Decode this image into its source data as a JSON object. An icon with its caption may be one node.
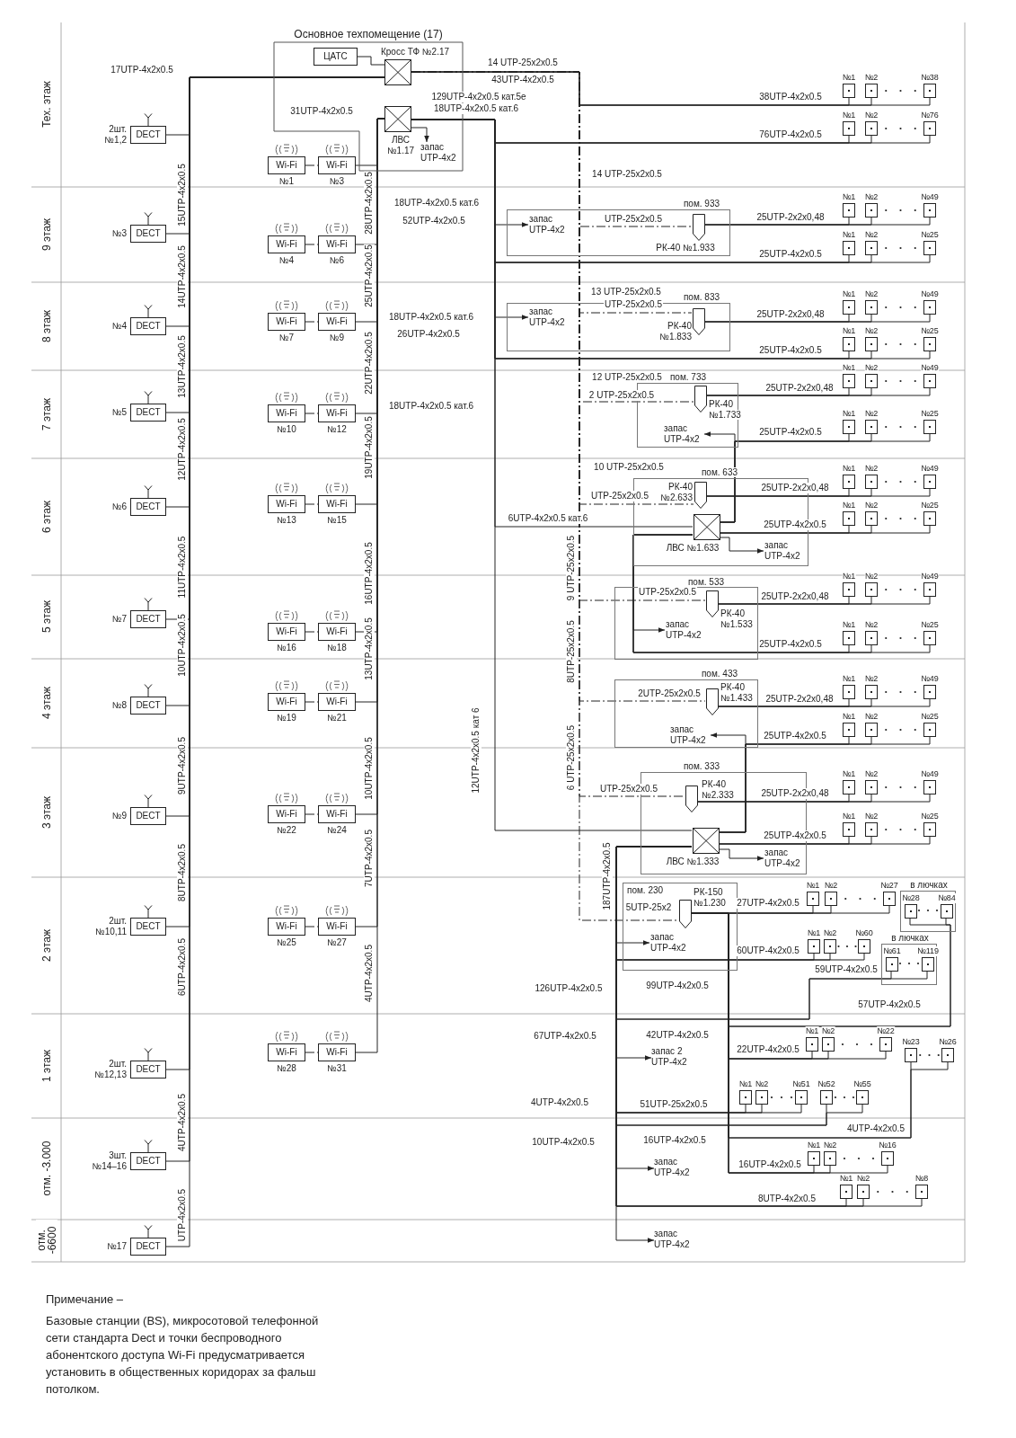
{
  "diagram": {
    "nodes": [
      {
        "text": [
          "Основное техпомещение (17)"
        ]
      },
      {
        "text": [
          "ЦАТС"
        ],
        "in": 0
      },
      {
        "text": [
          "Кросс ТФ №2.17"
        ],
        "in": 0
      },
      {
        "text": [
          "ЛВС №1.17"
        ],
        "in": 0
      },
      {
        "text": [
          "запас UTP-4x2"
        ],
        "in": 0
      },
      {
        "text": [
          "DECT"
        ],
        "beside": [
          "2шт. №1,2"
        ]
      },
      {
        "text": [
          "DECT"
        ],
        "beside": [
          "№3"
        ]
      },
      {
        "text": [
          "DECT"
        ],
        "beside": [
          "№4"
        ]
      },
      {
        "text": [
          "DECT"
        ],
        "beside": [
          "№5"
        ]
      },
      {
        "text": [
          "DECT"
        ],
        "beside": [
          "№6"
        ]
      },
      {
        "text": [
          "DECT"
        ],
        "beside": [
          "№7"
        ]
      },
      {
        "text": [
          "DECT"
        ],
        "beside": [
          "№8"
        ]
      },
      {
        "text": [
          "DECT"
        ],
        "beside": [
          "№9"
        ]
      },
      {
        "text": [
          "DECT"
        ],
        "beside": [
          "2шт. №10,11"
        ]
      },
      {
        "text": [
          "DECT"
        ],
        "beside": [
          "2шт. №12,13"
        ]
      },
      {
        "text": [
          "DECT"
        ],
        "beside": [
          "3шт. №14–16"
        ]
      },
      {
        "text": [
          "DECT"
        ],
        "beside": [
          "№17"
        ]
      },
      {
        "text": [
          "Wi-Fi"
        ],
        "beside": [
          "№1"
        ]
      },
      {
        "text": [
          "Wi-Fi"
        ],
        "beside": [
          "№3"
        ]
      },
      {
        "text": [
          "Wi-Fi"
        ],
        "beside": [
          "№4"
        ]
      },
      {
        "text": [
          "Wi-Fi"
        ],
        "beside": [
          "№6"
        ]
      },
      {
        "text": [
          "Wi-Fi"
        ],
        "beside": [
          "№7"
        ]
      },
      {
        "text": [
          "Wi-Fi"
        ],
        "beside": [
          "№9"
        ]
      },
      {
        "text": [
          "Wi-Fi"
        ],
        "beside": [
          "№10"
        ]
      },
      {
        "text": [
          "Wi-Fi"
        ],
        "beside": [
          "№12"
        ]
      },
      {
        "text": [
          "Wi-Fi"
        ],
        "beside": [
          "№13"
        ]
      },
      {
        "text": [
          "Wi-Fi"
        ],
        "beside": [
          "№15"
        ]
      },
      {
        "text": [
          "Wi-Fi"
        ],
        "beside": [
          "№16"
        ]
      },
      {
        "text": [
          "Wi-Fi"
        ],
        "beside": [
          "№18"
        ]
      },
      {
        "text": [
          "Wi-Fi"
        ],
        "beside": [
          "№19"
        ]
      },
      {
        "text": [
          "Wi-Fi"
        ],
        "beside": [
          "№21"
        ]
      },
      {
        "text": [
          "Wi-Fi"
        ],
        "beside": [
          "№22"
        ]
      },
      {
        "text": [
          "Wi-Fi"
        ],
        "beside": [
          "№24"
        ]
      },
      {
        "text": [
          "Wi-Fi"
        ],
        "beside": [
          "№25"
        ]
      },
      {
        "text": [
          "Wi-Fi"
        ],
        "beside": [
          "№27"
        ]
      },
      {
        "text": [
          "Wi-Fi"
        ],
        "beside": [
          "№28"
        ]
      },
      {
        "text": [
          "Wi-Fi"
        ],
        "beside": [
          "№31"
        ]
      },
      {
        "text": [
          "пом. 933"
        ]
      },
      {
        "text": [
          "РК-40 №1.933"
        ],
        "in": 37
      },
      {
        "text": [
          "запас UTP-4x2"
        ],
        "in": 37
      },
      {
        "text": [
          "пом. 833"
        ]
      },
      {
        "text": [
          "РК-40 №1.833"
        ],
        "in": 40
      },
      {
        "text": [
          "запас UTP-4x2"
        ],
        "in": 40
      },
      {
        "text": [
          "пом. 733"
        ]
      },
      {
        "text": [
          "РК-40 №1.733"
        ],
        "in": 43
      },
      {
        "text": [
          "запас UTP-4x2"
        ],
        "in": 43
      },
      {
        "text": [
          "пом. 633"
        ]
      },
      {
        "text": [
          "РК-40 №2.633"
        ],
        "in": 46
      },
      {
        "text": [
          "ЛВС №1.633"
        ],
        "in": 46
      },
      {
        "text": [
          "запас UTP-4x2"
        ],
        "in": 46
      },
      {
        "text": [
          "пом. 533"
        ]
      },
      {
        "text": [
          "РК-40 №1.533"
        ],
        "in": 50
      },
      {
        "text": [
          "запас UTP-4x2"
        ],
        "in": 50
      },
      {
        "text": [
          "пом. 433"
        ]
      },
      {
        "text": [
          "РК-40 №1.433"
        ],
        "in": 53
      },
      {
        "text": [
          "запас UTP-4x2"
        ],
        "in": 53
      },
      {
        "text": [
          "пом. 333"
        ]
      },
      {
        "text": [
          "РК-40 №2.333"
        ],
        "in": 56
      },
      {
        "text": [
          "ЛВС №1.333"
        ],
        "in": 56
      },
      {
        "text": [
          "запас UTP-4x2"
        ],
        "in": 56
      },
      {
        "text": [
          "пом. 230"
        ]
      },
      {
        "text": [
          "РК-150 №1.230"
        ],
        "in": 60
      },
      {
        "text": [
          "запас UTP-4x2"
        ],
        "in": 60
      },
      {
        "text": [
          "запас 2 UTP-4x2"
        ]
      },
      {
        "text": [
          "запас UTP-4x2"
        ]
      },
      {
        "text": [
          "запас UTP-4x2"
        ]
      },
      {
        "text": [
          "в лючках"
        ]
      },
      {
        "text": [
          "в лючках"
        ]
      },
      {
        "text": [
          "№1"
        ]
      },
      {
        "text": [
          "№2"
        ]
      },
      {
        "text": [
          "№38"
        ]
      },
      {
        "text": [
          "№1"
        ]
      },
      {
        "text": [
          "№2"
        ]
      },
      {
        "text": [
          "№76"
        ]
      },
      {
        "text": [
          "№1"
        ]
      },
      {
        "text": [
          "№2"
        ]
      },
      {
        "text": [
          "№49"
        ]
      },
      {
        "text": [
          "№1"
        ]
      },
      {
        "text": [
          "№2"
        ]
      },
      {
        "text": [
          "№25"
        ]
      },
      {
        "text": [
          "№1"
        ]
      },
      {
        "text": [
          "№2"
        ]
      },
      {
        "text": [
          "№49"
        ]
      },
      {
        "text": [
          "№1"
        ]
      },
      {
        "text": [
          "№2"
        ]
      },
      {
        "text": [
          "№25"
        ]
      },
      {
        "text": [
          "№1"
        ]
      },
      {
        "text": [
          "№2"
        ]
      },
      {
        "text": [
          "№49"
        ]
      },
      {
        "text": [
          "№1"
        ]
      },
      {
        "text": [
          "№2"
        ]
      },
      {
        "text": [
          "№25"
        ]
      },
      {
        "text": [
          "№1"
        ]
      },
      {
        "text": [
          "№2"
        ]
      },
      {
        "text": [
          "№49"
        ]
      },
      {
        "text": [
          "№1"
        ]
      },
      {
        "text": [
          "№2"
        ]
      },
      {
        "text": [
          "№25"
        ]
      },
      {
        "text": [
          "№1"
        ]
      },
      {
        "text": [
          "№2"
        ]
      },
      {
        "text": [
          "№49"
        ]
      },
      {
        "text": [
          "№1"
        ]
      },
      {
        "text": [
          "№2"
        ]
      },
      {
        "text": [
          "№25"
        ]
      },
      {
        "text": [
          "№1"
        ]
      },
      {
        "text": [
          "№2"
        ]
      },
      {
        "text": [
          "№49"
        ]
      },
      {
        "text": [
          "№1"
        ]
      },
      {
        "text": [
          "№2"
        ]
      },
      {
        "text": [
          "№25"
        ]
      },
      {
        "text": [
          "№1"
        ]
      },
      {
        "text": [
          "№2"
        ]
      },
      {
        "text": [
          "№49"
        ]
      },
      {
        "text": [
          "№1"
        ]
      },
      {
        "text": [
          "№2"
        ]
      },
      {
        "text": [
          "№25"
        ]
      },
      {
        "text": [
          "№1"
        ]
      },
      {
        "text": [
          "№2"
        ]
      },
      {
        "text": [
          "№27"
        ]
      },
      {
        "text": [
          "№28"
        ],
        "in": 66
      },
      {
        "text": [
          "№84"
        ],
        "in": 66
      },
      {
        "text": [
          "№1"
        ]
      },
      {
        "text": [
          "№2"
        ]
      },
      {
        "text": [
          "№60"
        ]
      },
      {
        "text": [
          "№61"
        ],
        "in": 67
      },
      {
        "text": [
          "№119"
        ],
        "in": 67
      },
      {
        "text": [
          "№1"
        ]
      },
      {
        "text": [
          "№2"
        ]
      },
      {
        "text": [
          "№22"
        ]
      },
      {
        "text": [
          "№23"
        ]
      },
      {
        "text": [
          "№26"
        ]
      },
      {
        "text": [
          "№1"
        ]
      },
      {
        "text": [
          "№2"
        ]
      },
      {
        "text": [
          "№51"
        ]
      },
      {
        "text": [
          "№52"
        ]
      },
      {
        "text": [
          "№55"
        ]
      },
      {
        "text": [
          "№1"
        ]
      },
      {
        "text": [
          "№2"
        ]
      },
      {
        "text": [
          "№16"
        ]
      },
      {
        "text": [
          "№1"
        ]
      },
      {
        "text": [
          "№2"
        ]
      },
      {
        "text": [
          "№8"
        ]
      }
    ],
    "edges": [
      {
        "from": 1,
        "to": 2,
        "arrow": "none"
      },
      {
        "from": 5,
        "to": 2,
        "arrow": "none"
      },
      {
        "from": 6,
        "to": 2,
        "arrow": "none"
      },
      {
        "from": 7,
        "to": 2,
        "arrow": "none"
      },
      {
        "from": 8,
        "to": 2,
        "arrow": "none"
      },
      {
        "from": 9,
        "to": 2,
        "arrow": "none"
      },
      {
        "from": 10,
        "to": 2,
        "arrow": "none"
      },
      {
        "from": 11,
        "to": 2,
        "arrow": "none"
      },
      {
        "from": 12,
        "to": 2,
        "arrow": "none"
      },
      {
        "from": 13,
        "to": 2,
        "arrow": "none"
      },
      {
        "from": 14,
        "to": 2,
        "arrow": "none"
      },
      {
        "from": 15,
        "to": 2,
        "arrow": "none"
      },
      {
        "from": 16,
        "to": 2,
        "arrow": "none"
      },
      {
        "from": 17,
        "to": 18,
        "arrow": "none",
        "style": "dashed"
      },
      {
        "from": 18,
        "to": 3,
        "arrow": "none"
      },
      {
        "from": 19,
        "to": 20,
        "arrow": "none",
        "style": "dashed"
      },
      {
        "from": 20,
        "to": 3,
        "arrow": "none"
      },
      {
        "from": 21,
        "to": 22,
        "arrow": "none",
        "style": "dashed"
      },
      {
        "from": 22,
        "to": 3,
        "arrow": "none"
      },
      {
        "from": 23,
        "to": 24,
        "arrow": "none",
        "style": "dashed"
      },
      {
        "from": 24,
        "to": 3,
        "arrow": "none"
      },
      {
        "from": 25,
        "to": 26,
        "arrow": "none",
        "style": "dashed"
      },
      {
        "from": 26,
        "to": 3,
        "arrow": "none"
      },
      {
        "from": 27,
        "to": 28,
        "arrow": "none",
        "style": "dashed"
      },
      {
        "from": 28,
        "to": 3,
        "arrow": "none"
      },
      {
        "from": 29,
        "to": 30,
        "arrow": "none",
        "style": "dashed"
      },
      {
        "from": 30,
        "to": 3,
        "arrow": "none"
      },
      {
        "from": 31,
        "to": 32,
        "arrow": "none",
        "style": "dashed"
      },
      {
        "from": 32,
        "to": 3,
        "arrow": "none"
      },
      {
        "from": 33,
        "to": 34,
        "arrow": "none",
        "style": "dashed"
      },
      {
        "from": 34,
        "to": 3,
        "arrow": "none"
      },
      {
        "from": 35,
        "to": 36,
        "arrow": "none",
        "style": "dashed"
      },
      {
        "from": 36,
        "to": 3,
        "arrow": "none"
      },
      {
        "from": 3,
        "to": 4,
        "arrow": "to"
      },
      {
        "from": 2,
        "to": 68,
        "arrow": "none"
      },
      {
        "from": 2,
        "to": 69,
        "arrow": "none"
      },
      {
        "from": 2,
        "to": 70,
        "arrow": "none",
        "label": "38UTP-4x2x0.5"
      },
      {
        "from": 3,
        "to": 71,
        "arrow": "none"
      },
      {
        "from": 3,
        "to": 72,
        "arrow": "none"
      },
      {
        "from": 3,
        "to": 73,
        "arrow": "none",
        "label": "76UTP-4x2x0.5"
      },
      {
        "from": 2,
        "to": 38,
        "arrow": "none",
        "style": "dashed",
        "label": "UTP-25x2x0.5"
      },
      {
        "from": 3,
        "to": 39,
        "arrow": "to"
      },
      {
        "from": 38,
        "to": 74,
        "arrow": "none"
      },
      {
        "from": 38,
        "to": 75,
        "arrow": "none"
      },
      {
        "from": 38,
        "to": 76,
        "arrow": "none",
        "label": "25UTP-2x2x0,48"
      },
      {
        "from": 3,
        "to": 77,
        "arrow": "none"
      },
      {
        "from": 3,
        "to": 78,
        "arrow": "none"
      },
      {
        "from": 3,
        "to": 79,
        "arrow": "none",
        "label": "25UTP-4x2x0.5"
      },
      {
        "from": 2,
        "to": 41,
        "arrow": "none",
        "style": "dashed",
        "label": "UTP-25x2x0.5"
      },
      {
        "from": 3,
        "to": 42,
        "arrow": "to"
      },
      {
        "from": 41,
        "to": 80,
        "arrow": "none"
      },
      {
        "from": 41,
        "to": 81,
        "arrow": "none"
      },
      {
        "from": 41,
        "to": 82,
        "arrow": "none",
        "label": "25UTP-2x2x0,48"
      },
      {
        "from": 3,
        "to": 83,
        "arrow": "none"
      },
      {
        "from": 3,
        "to": 84,
        "arrow": "none"
      },
      {
        "from": 3,
        "to": 85,
        "arrow": "none",
        "label": "25UTP-4x2x0.5"
      },
      {
        "from": 2,
        "to": 44,
        "arrow": "none",
        "style": "dashed",
        "label": "2 UTP-25x2x0.5"
      },
      {
        "from": 44,
        "to": 86,
        "arrow": "none"
      },
      {
        "from": 44,
        "to": 87,
        "arrow": "none"
      },
      {
        "from": 44,
        "to": 88,
        "arrow": "none",
        "label": "25UTP-2x2x0,48"
      },
      {
        "from": 48,
        "to": 45,
        "arrow": "to"
      },
      {
        "from": 48,
        "to": 89,
        "arrow": "none"
      },
      {
        "from": 48,
        "to": 90,
        "arrow": "none"
      },
      {
        "from": 48,
        "to": 91,
        "arrow": "none",
        "label": "25UTP-4x2x0.5"
      },
      {
        "from": 2,
        "to": 47,
        "arrow": "none",
        "style": "dashed",
        "label": "UTP-25x2x0.5"
      },
      {
        "from": 3,
        "to": 48,
        "arrow": "none",
        "label": "6UTP-4x2x0.5 кат.6"
      },
      {
        "from": 47,
        "to": 92,
        "arrow": "none"
      },
      {
        "from": 47,
        "to": 93,
        "arrow": "none"
      },
      {
        "from": 47,
        "to": 94,
        "arrow": "none",
        "label": "25UTP-2x2x0,48"
      },
      {
        "from": 48,
        "to": 95,
        "arrow": "none"
      },
      {
        "from": 48,
        "to": 96,
        "arrow": "none"
      },
      {
        "from": 48,
        "to": 97,
        "arrow": "none",
        "label": "25UTP-4x2x0.5"
      },
      {
        "from": 48,
        "to": 49,
        "arrow": "to"
      },
      {
        "from": 2,
        "to": 51,
        "arrow": "none",
        "style": "dashed",
        "label": "UTP-25x2x0.5"
      },
      {
        "from": 51,
        "to": 98,
        "arrow": "none"
      },
      {
        "from": 51,
        "to": 99,
        "arrow": "none"
      },
      {
        "from": 51,
        "to": 100,
        "arrow": "none",
        "label": "25UTP-2x2x0,48"
      },
      {
        "from": 48,
        "to": 52,
        "arrow": "to"
      },
      {
        "from": 48,
        "to": 101,
        "arrow": "none"
      },
      {
        "from": 48,
        "to": 102,
        "arrow": "none"
      },
      {
        "from": 48,
        "to": 103,
        "arrow": "none",
        "label": "25UTP-4x2x0.5"
      },
      {
        "from": 2,
        "to": 54,
        "arrow": "none",
        "style": "dashed",
        "label": "2UTP-25x2x0.5"
      },
      {
        "from": 54,
        "to": 104,
        "arrow": "none"
      },
      {
        "from": 54,
        "to": 105,
        "arrow": "none"
      },
      {
        "from": 54,
        "to": 106,
        "arrow": "none",
        "label": "25UTP-2x2x0,48"
      },
      {
        "from": 58,
        "to": 55,
        "arrow": "to"
      },
      {
        "from": 58,
        "to": 107,
        "arrow": "none"
      },
      {
        "from": 58,
        "to": 108,
        "arrow": "none"
      },
      {
        "from": 58,
        "to": 109,
        "arrow": "none",
        "label": "25UTP-4x2x0.5"
      },
      {
        "from": 2,
        "to": 57,
        "arrow": "none",
        "style": "dashed",
        "label": "UTP-25x2x0.5"
      },
      {
        "from": 3,
        "to": 58,
        "arrow": "none",
        "label": "12UTP-4x2x0.5 кат 6"
      },
      {
        "from": 57,
        "to": 110,
        "arrow": "none"
      },
      {
        "from": 57,
        "to": 111,
        "arrow": "none"
      },
      {
        "from": 57,
        "to": 112,
        "arrow": "none",
        "label": "25UTP-2x2x0,48"
      },
      {
        "from": 58,
        "to": 113,
        "arrow": "none"
      },
      {
        "from": 58,
        "to": 114,
        "arrow": "none"
      },
      {
        "from": 58,
        "to": 115,
        "arrow": "none",
        "label": "25UTP-4x2x0.5"
      },
      {
        "from": 58,
        "to": 59,
        "arrow": "to"
      },
      {
        "from": 2,
        "to": 61,
        "arrow": "none",
        "style": "dashed",
        "label": "5UTP-25x2"
      },
      {
        "from": 61,
        "to": 116,
        "arrow": "none"
      },
      {
        "from": 61,
        "to": 117,
        "arrow": "none"
      },
      {
        "from": 61,
        "to": 118,
        "arrow": "none",
        "label": "27UTP-4x2x0.5"
      },
      {
        "from": 61,
        "to": 119,
        "arrow": "none"
      },
      {
        "from": 61,
        "to": 120,
        "arrow": "none",
        "label": "57UTP-4x2x0.5"
      },
      {
        "from": 58,
        "to": 62,
        "arrow": "to"
      },
      {
        "from": 58,
        "to": 121,
        "arrow": "none"
      },
      {
        "from": 58,
        "to": 122,
        "arrow": "none"
      },
      {
        "from": 58,
        "to": 123,
        "arrow": "none",
        "label": "60UTP-4x2x0.5"
      },
      {
        "from": 58,
        "to": 124,
        "arrow": "none"
      },
      {
        "from": 58,
        "to": 125,
        "arrow": "none",
        "label": "59UTP-4x2x0.5"
      },
      {
        "from": 58,
        "to": 63,
        "arrow": "to"
      },
      {
        "from": 61,
        "to": 126,
        "arrow": "none"
      },
      {
        "from": 61,
        "to": 127,
        "arrow": "none"
      },
      {
        "from": 61,
        "to": 128,
        "arrow": "none",
        "label": "22UTP-4x2x0.5"
      },
      {
        "from": 61,
        "to": 129,
        "arrow": "none"
      },
      {
        "from": 61,
        "to": 130,
        "arrow": "none",
        "label": "4UTP-4x2x0.5"
      },
      {
        "from": 58,
        "to": 131,
        "arrow": "none"
      },
      {
        "from": 58,
        "to": 132,
        "arrow": "none"
      },
      {
        "from": 58,
        "to": 133,
        "arrow": "none",
        "label": "51UTP-25x2x0.5"
      },
      {
        "from": 58,
        "to": 134,
        "arrow": "none"
      },
      {
        "from": 58,
        "to": 135,
        "arrow": "none"
      },
      {
        "from": 61,
        "to": 136,
        "arrow": "none"
      },
      {
        "from": 61,
        "to": 137,
        "arrow": "none"
      },
      {
        "from": 61,
        "to": 138,
        "arrow": "none",
        "label": "16UTP-4x2x0.5"
      },
      {
        "from": 58,
        "to": 64,
        "arrow": "to"
      },
      {
        "from": 58,
        "to": 139,
        "arrow": "none"
      },
      {
        "from": 58,
        "to": 140,
        "arrow": "none"
      },
      {
        "from": 58,
        "to": 141,
        "arrow": "none",
        "label": "8UTP-4x2x0.5"
      },
      {
        "from": 58,
        "to": 65,
        "arrow": "to"
      }
    ],
    "labels": [
      "Тех. этаж",
      "9 этаж",
      "8 этаж",
      "7 этаж",
      "6 этаж",
      "5 этаж",
      "4 этаж",
      "3 этаж",
      "2 этаж",
      "1 этаж",
      "отм. -3.000",
      "отм. -6600",
      "17UTP-4x2x0.5",
      "15UTP-4x2x0.5",
      "14UTP-4x2x0.5",
      "13UTP-4x2x0.5",
      "12UTP-4x2x0.5",
      "11UTP-4x2x0.5",
      "10UTP-4x2x0.5",
      "9UTP-4x2x0.5",
      "8UTP-4x2x0.5",
      "6UTP-4x2x0.5",
      "4UTP-4x2x0.5",
      "UTP-4x2x0.5",
      "31UTP-4x2x0.5",
      "28UTP-4x2x0.5",
      "25UTP-4x2x0.5",
      "22UTP-4x2x0.5",
      "19UTP-4x2x0.5",
      "16UTP-4x2x0.5",
      "13UTP-4x2x0.5",
      "10UTP-4x2x0.5",
      "7UTP-4x2x0.5",
      "4UTP-4x2x0.5",
      "14 UTP-25x2x0.5",
      "43UTP-4x2x0.5",
      "129UTP-4x2x0.5 кат.5е",
      "18UTP-4x2x0.5 кат.6",
      "14 UTP-25x2x0.5",
      "18UTP-4x2x0.5 кат.6",
      "52UTP-4x2x0.5",
      "13 UTP-25x2x0.5",
      "18UTP-4x2x0.5 кат.6",
      "26UTP-4x2x0.5",
      "12 UTP-25x2x0.5",
      "18UTP-4x2x0.5 кат.6",
      "10 UTP-25x2x0.5",
      "9 UTP-25x2x0.5",
      "8UTP-25x2x0.5",
      "6 UTP-25x2x0.5",
      "187UTP-4x2x0.5",
      "126UTP-4x2x0.5",
      "99UTP-4x2x0.5",
      "67UTP-4x2x0.5",
      "42UTP-4x2x0.5",
      "4UTP-4x2x0.5",
      "10UTP-4x2x0.5",
      "16UTP-4x2x0.5",
      "Примечание –",
      "Базовые станции (BS), микросотовой телефонной сети стандарта Dect и точки беспроводного абонентского доступа Wi-Fi предусматривается установить в общественных коридорах за фальш потолком."
    ]
  }
}
